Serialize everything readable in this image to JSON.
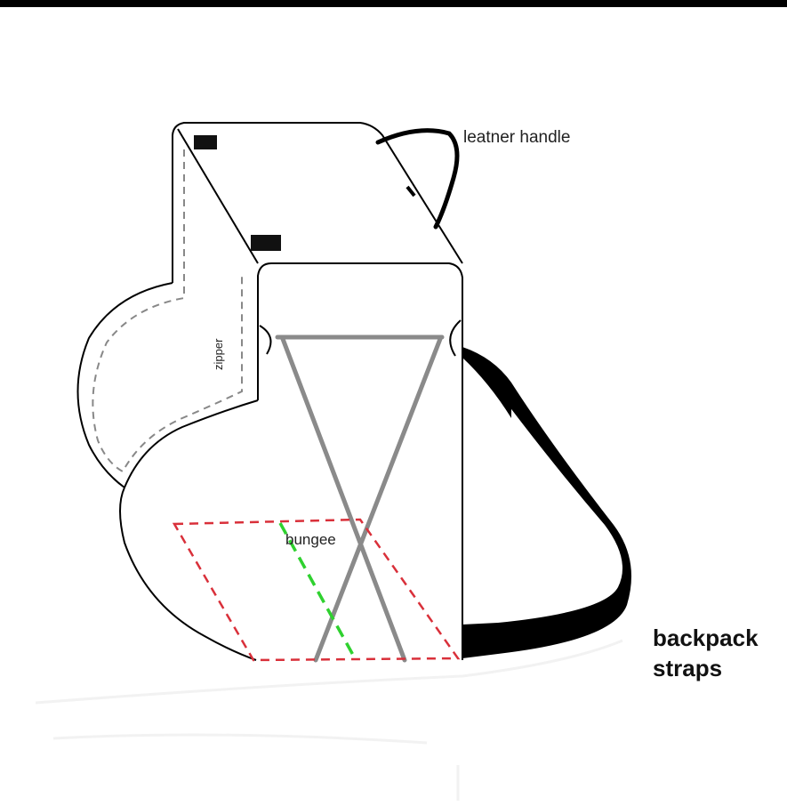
{
  "labels": {
    "handle": "leatner handle",
    "zipper": "zipper",
    "bungee": "bungee",
    "straps_line1": "backpack",
    "straps_line2": "straps"
  },
  "colors": {
    "outline": "#000000",
    "zipper_dash": "#888888",
    "bungee_cord": "#8a8a8a",
    "bungee_area_dash": "#d9303a",
    "green_dash": "#2fd12f",
    "strap_fill": "#000000"
  }
}
